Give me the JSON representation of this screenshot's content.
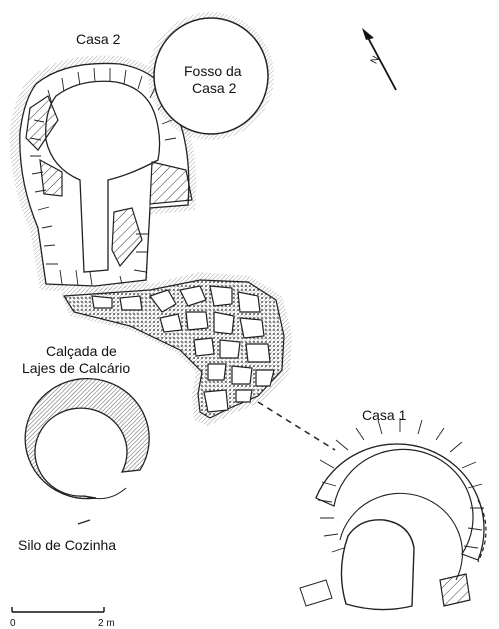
{
  "labels": {
    "casa2": "Casa 2",
    "fosso_line1": "Fosso da",
    "fosso_line2": "Casa 2",
    "calcada_line1": "Calçada de",
    "calcada_line2": "Lajes de Calcário",
    "casa1": "Casa 1",
    "silo": "Silo de Cozinha"
  },
  "north_arrow": {
    "letter": "N"
  },
  "scale_bar": {
    "start_label": "0",
    "end_label": "2 m"
  }
}
